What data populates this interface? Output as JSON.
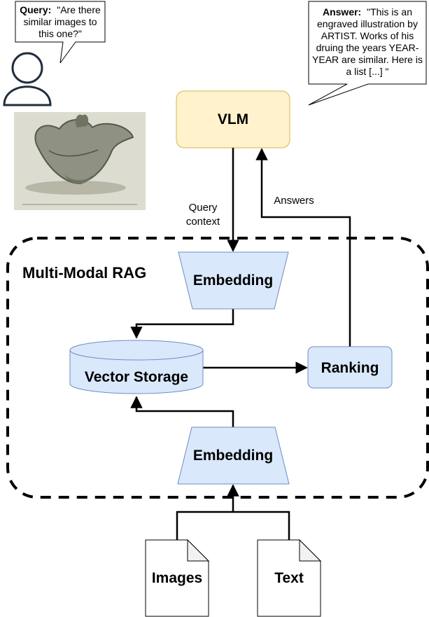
{
  "query_callout": {
    "label": "Query:",
    "line1": "\"Are there",
    "line2": "similar images to",
    "line3": "this one?\""
  },
  "answer_callout": {
    "label": "Answer:",
    "line1": "\"This is an",
    "line2": "engraved illustration by",
    "line3": "ARTIST. Works of his",
    "line4": "druing the years YEAR-",
    "line5": "YEAR are similar. Here is",
    "line6": "a list [...] \""
  },
  "vlm": {
    "label": "VLM"
  },
  "query_context": {
    "line1": "Query",
    "line2": "context"
  },
  "answers_label": "Answers",
  "rag_group": {
    "title": "Multi-Modal RAG"
  },
  "embedding_top": {
    "label": "Embedding"
  },
  "embedding_bottom": {
    "label": "Embedding"
  },
  "vector_storage": {
    "label": "Vector Storage"
  },
  "ranking": {
    "label": "Ranking"
  },
  "doc_images": {
    "label": "Images"
  },
  "doc_text": {
    "label": "Text"
  },
  "icons": {
    "user": "user-icon",
    "engraving": "engraving-illustration"
  },
  "colors": {
    "vlm_fill": "#fff2cc",
    "vlm_stroke": "#d6b656",
    "blue_fill": "#dae8fc",
    "blue_stroke": "#6c8ebf",
    "line": "#000000"
  }
}
